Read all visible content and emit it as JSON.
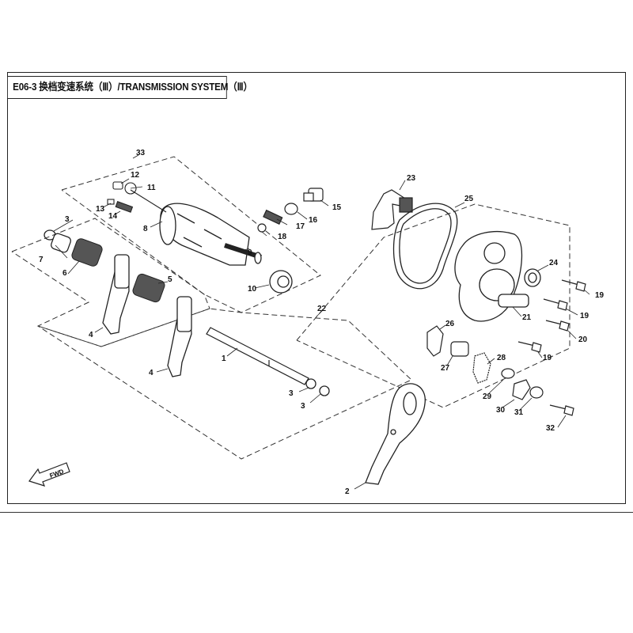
{
  "title": "E06-3 换档变速系统（Ⅲ）/TRANSMISSION SYSTEM（Ⅲ）",
  "fwd_label": "FWD",
  "callouts": [
    "1",
    "2",
    "3",
    "3",
    "3",
    "4",
    "4",
    "5",
    "6",
    "7",
    "8",
    "9",
    "10",
    "11",
    "12",
    "13",
    "14",
    "15",
    "16",
    "17",
    "18",
    "19",
    "19",
    "19",
    "20",
    "21",
    "22",
    "23",
    "24",
    "25",
    "26",
    "27",
    "28",
    "29",
    "30",
    "31",
    "32",
    "33"
  ]
}
